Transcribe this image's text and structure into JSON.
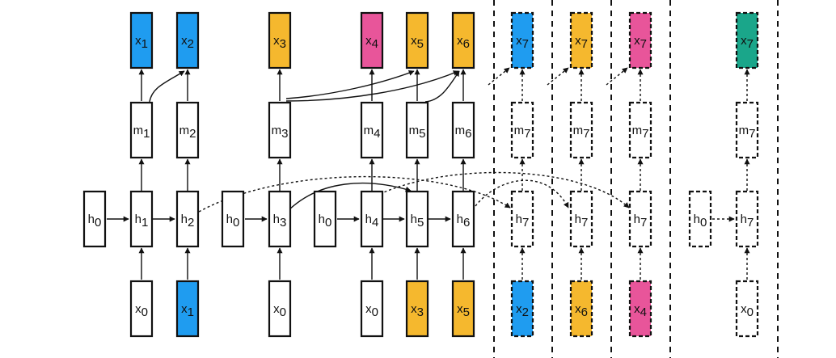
{
  "colors": {
    "blue": "#1f9cf0",
    "orange": "#f5b82e",
    "pink": "#e8559a",
    "teal": "#1aa68a",
    "white": "#ffffff",
    "stroke": "#111111"
  },
  "boxes": [
    {
      "id": "x1_top",
      "base": "x",
      "sub": "1",
      "fill": "blue",
      "dashed": false
    },
    {
      "id": "x2_top",
      "base": "x",
      "sub": "2",
      "fill": "blue",
      "dashed": false
    },
    {
      "id": "x3_top",
      "base": "x",
      "sub": "3",
      "fill": "orange",
      "dashed": false
    },
    {
      "id": "x4_top",
      "base": "x",
      "sub": "4",
      "fill": "pink",
      "dashed": false
    },
    {
      "id": "x5_top",
      "base": "x",
      "sub": "5",
      "fill": "orange",
      "dashed": false
    },
    {
      "id": "x6_top",
      "base": "x",
      "sub": "6",
      "fill": "orange",
      "dashed": false
    },
    {
      "id": "m1",
      "base": "m",
      "sub": "1",
      "fill": "white",
      "dashed": false
    },
    {
      "id": "m2",
      "base": "m",
      "sub": "2",
      "fill": "white",
      "dashed": false
    },
    {
      "id": "m3",
      "base": "m",
      "sub": "3",
      "fill": "white",
      "dashed": false
    },
    {
      "id": "m4",
      "base": "m",
      "sub": "4",
      "fill": "white",
      "dashed": false
    },
    {
      "id": "m5",
      "base": "m",
      "sub": "5",
      "fill": "white",
      "dashed": false
    },
    {
      "id": "m6",
      "base": "m",
      "sub": "6",
      "fill": "white",
      "dashed": false
    },
    {
      "id": "h0_a",
      "base": "h",
      "sub": "0",
      "fill": "white",
      "dashed": false
    },
    {
      "id": "h1",
      "base": "h",
      "sub": "1",
      "fill": "white",
      "dashed": false
    },
    {
      "id": "h2",
      "base": "h",
      "sub": "2",
      "fill": "white",
      "dashed": false
    },
    {
      "id": "h0_b",
      "base": "h",
      "sub": "0",
      "fill": "white",
      "dashed": false
    },
    {
      "id": "h3",
      "base": "h",
      "sub": "3",
      "fill": "white",
      "dashed": false
    },
    {
      "id": "h0_c",
      "base": "h",
      "sub": "0",
      "fill": "white",
      "dashed": false
    },
    {
      "id": "h4",
      "base": "h",
      "sub": "4",
      "fill": "white",
      "dashed": false
    },
    {
      "id": "h5",
      "base": "h",
      "sub": "5",
      "fill": "white",
      "dashed": false
    },
    {
      "id": "h6",
      "base": "h",
      "sub": "6",
      "fill": "white",
      "dashed": false
    },
    {
      "id": "x0_a",
      "base": "x",
      "sub": "0",
      "fill": "white",
      "dashed": false
    },
    {
      "id": "x1_bot",
      "base": "x",
      "sub": "1",
      "fill": "blue",
      "dashed": false
    },
    {
      "id": "x0_b",
      "base": "x",
      "sub": "0",
      "fill": "white",
      "dashed": false
    },
    {
      "id": "x0_c",
      "base": "x",
      "sub": "0",
      "fill": "white",
      "dashed": false
    },
    {
      "id": "x3_bot",
      "base": "x",
      "sub": "3",
      "fill": "orange",
      "dashed": false
    },
    {
      "id": "x5_bot",
      "base": "x",
      "sub": "5",
      "fill": "orange",
      "dashed": false
    },
    {
      "id": "x7_top_a",
      "base": "x",
      "sub": "7",
      "fill": "blue",
      "dashed": true
    },
    {
      "id": "m7_a",
      "base": "m",
      "sub": "7",
      "fill": "white",
      "dashed": true
    },
    {
      "id": "h7_a",
      "base": "h",
      "sub": "7",
      "fill": "white",
      "dashed": true
    },
    {
      "id": "x2_bot_a",
      "base": "x",
      "sub": "2",
      "fill": "blue",
      "dashed": true
    },
    {
      "id": "x7_top_b",
      "base": "x",
      "sub": "7",
      "fill": "orange",
      "dashed": true
    },
    {
      "id": "m7_b",
      "base": "m",
      "sub": "7",
      "fill": "white",
      "dashed": true
    },
    {
      "id": "h7_b",
      "base": "h",
      "sub": "7",
      "fill": "white",
      "dashed": true
    },
    {
      "id": "x6_bot_b",
      "base": "x",
      "sub": "6",
      "fill": "orange",
      "dashed": true
    },
    {
      "id": "x7_top_c",
      "base": "x",
      "sub": "7",
      "fill": "pink",
      "dashed": true
    },
    {
      "id": "m7_c",
      "base": "m",
      "sub": "7",
      "fill": "white",
      "dashed": true
    },
    {
      "id": "h7_c",
      "base": "h",
      "sub": "7",
      "fill": "white",
      "dashed": true
    },
    {
      "id": "x4_bot_c",
      "base": "x",
      "sub": "4",
      "fill": "pink",
      "dashed": true
    },
    {
      "id": "h0_d",
      "base": "h",
      "sub": "0",
      "fill": "white",
      "dashed": true
    },
    {
      "id": "x7_top_d",
      "base": "x",
      "sub": "7",
      "fill": "teal",
      "dashed": true
    },
    {
      "id": "m7_d",
      "base": "m",
      "sub": "7",
      "fill": "white",
      "dashed": true
    },
    {
      "id": "h7_d",
      "base": "h",
      "sub": "7",
      "fill": "white",
      "dashed": true
    },
    {
      "id": "x0_bot_d",
      "base": "x",
      "sub": "0",
      "fill": "white",
      "dashed": true
    }
  ]
}
